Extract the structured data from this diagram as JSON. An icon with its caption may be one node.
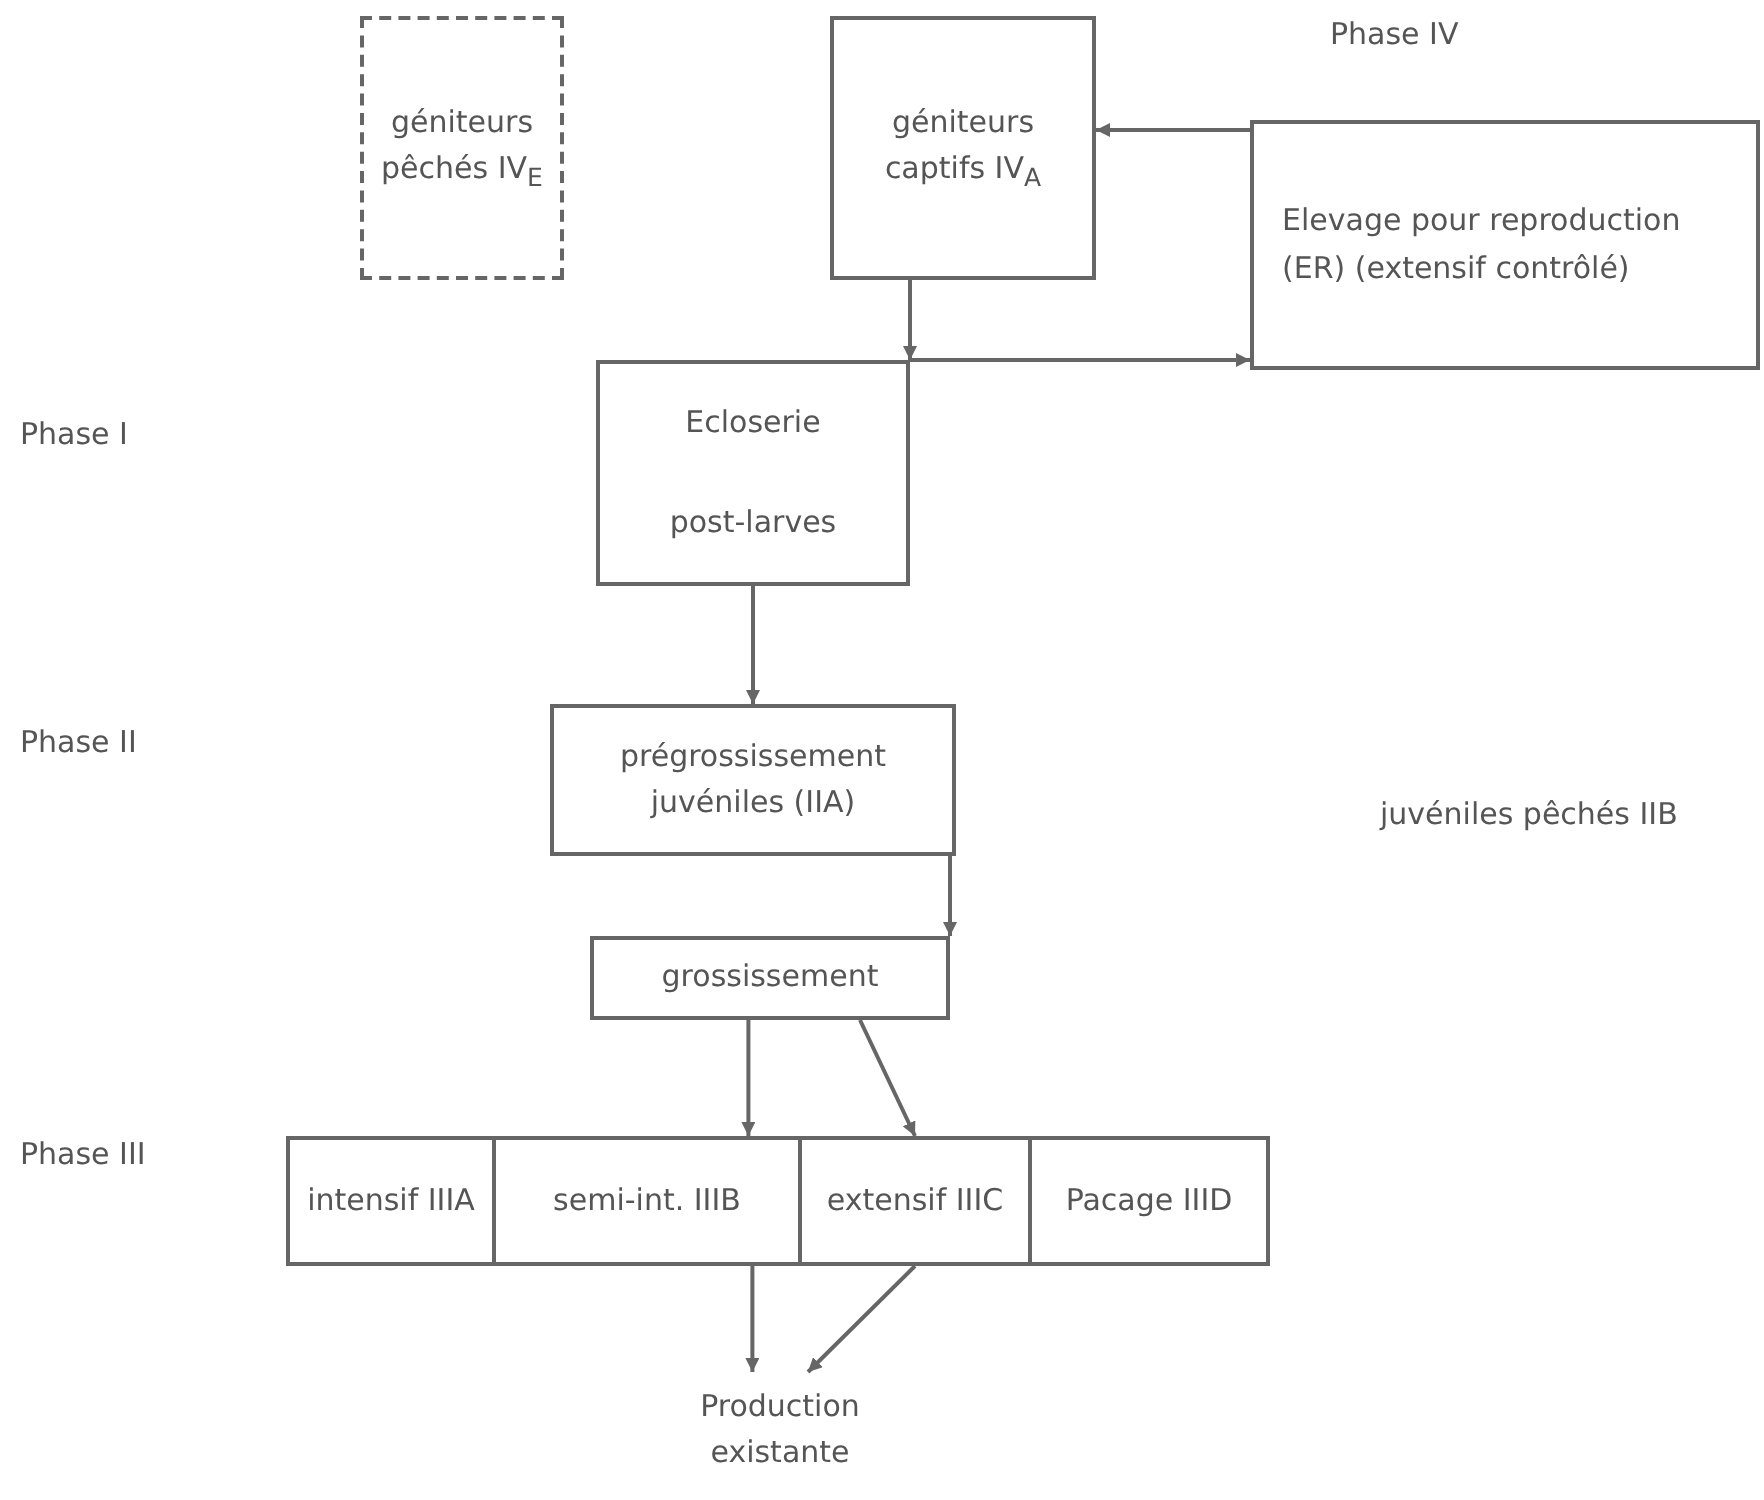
{
  "diagram": {
    "nodes": [
      {
        "text": [
          "géniteurs pêchés IV$_{E}$"
        ]
      },
      {
        "text": [
          "géniteurs captifs IV$_{A}$"
        ]
      },
      {
        "text": [
          "Elevage pour reproduction (ER) (extensif contrôlé)"
        ]
      },
      {
        "text": [
          "Ecloserie",
          "post-larves"
        ]
      },
      {
        "text": [
          "prégrossissement juvéniles (IIA)"
        ]
      },
      {
        "text": [
          "grossissement"
        ]
      },
      {
        "text": [
          "intensif IIIA"
        ]
      },
      {
        "text": [
          "semi-int. IIIB"
        ]
      },
      {
        "text": [
          "extensif IIIC"
        ]
      },
      {
        "text": [
          "Pacage IIID"
        ]
      },
      {
        "text": [
          "Production existante"
        ]
      }
    ],
    "edges": [
      {
        "from": 1,
        "to": 3,
        "arrow": "to"
      },
      {
        "from": 3,
        "to": 2,
        "arrow": "to"
      },
      {
        "from": 2,
        "to": 1,
        "arrow": "to"
      },
      {
        "from": 3,
        "to": 4,
        "arrow": "to"
      },
      {
        "from": 4,
        "to": 5,
        "arrow": "to"
      },
      {
        "from": 5,
        "to": 7,
        "arrow": "to"
      },
      {
        "from": 5,
        "to": 8,
        "arrow": "to"
      },
      {
        "from": 7,
        "to": 10,
        "arrow": "to"
      },
      {
        "from": 8,
        "to": 10,
        "arrow": "to"
      }
    ],
    "labels": [
      "Phase IV",
      "Phase I",
      "Phase II",
      "juvéniles pêchés IIB",
      "Phase III"
    ]
  }
}
